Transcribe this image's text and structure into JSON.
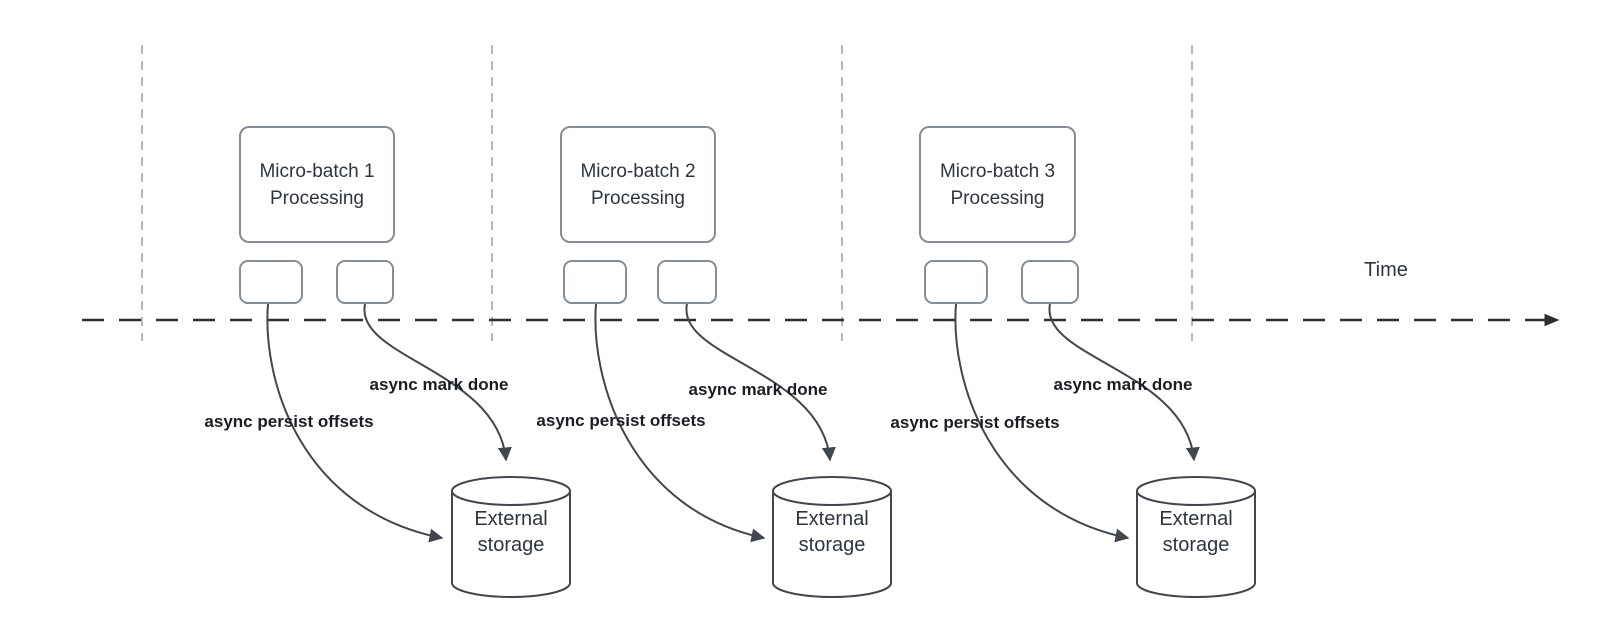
{
  "diagram": {
    "timeline": {
      "label": "Time"
    },
    "batches": [
      {
        "box": {
          "line1": "Micro-batch 1",
          "line2": "Processing"
        },
        "persist_label": "async persist offsets",
        "mark_done_label": "async mark done",
        "storage": {
          "line1": "External",
          "line2": "storage"
        }
      },
      {
        "box": {
          "line1": "Micro-batch 2",
          "line2": "Processing"
        },
        "persist_label": "async persist offsets",
        "mark_done_label": "async mark done",
        "storage": {
          "line1": "External",
          "line2": "storage"
        }
      },
      {
        "box": {
          "line1": "Micro-batch 3",
          "line2": "Processing"
        },
        "persist_label": "async persist offsets",
        "mark_done_label": "async mark done",
        "storage": {
          "line1": "External",
          "line2": "storage"
        }
      }
    ],
    "colors": {
      "stroke_dark": "#42474f",
      "box_border": "#868d97",
      "timeline": "#2b2e33",
      "guide_line": "#b4b8bc",
      "text": "#2f3540",
      "bold_label": "#1a1d23"
    }
  }
}
